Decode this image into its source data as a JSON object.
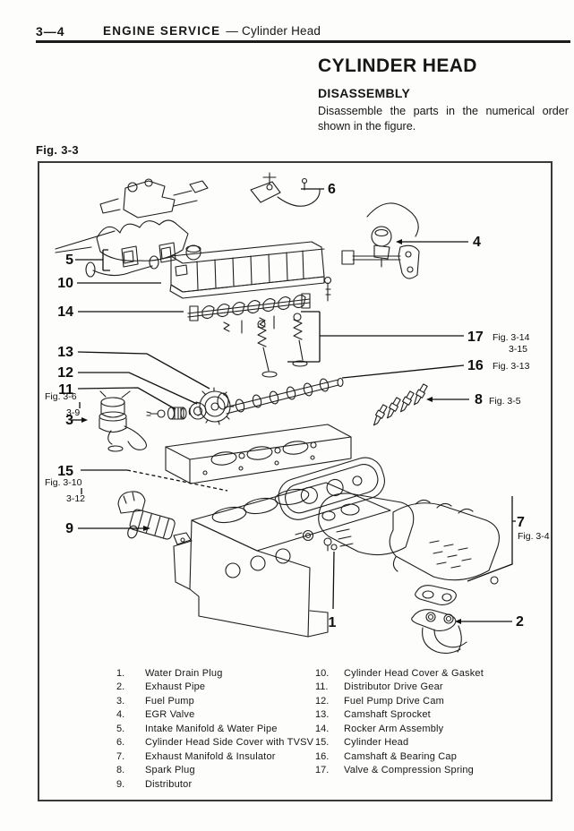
{
  "page": {
    "page_number": "3—4",
    "section_title": "ENGINE SERVICE",
    "section_subtitle": "— Cylinder Head"
  },
  "article": {
    "title": "CYLINDER HEAD",
    "subtitle": "DISASSEMBLY",
    "body": "Disassemble the parts in the numerical order shown in the figure.",
    "figure_label": "Fig. 3-3"
  },
  "callouts": {
    "n1": "1",
    "n2": "2",
    "n3": "3",
    "n4": "4",
    "n5": "5",
    "n6": "6",
    "n7": "7",
    "n8": "8",
    "n9": "9",
    "n10": "10",
    "n11": "11",
    "n12": "12",
    "n13": "13",
    "n14": "14",
    "n15": "15",
    "n16": "16",
    "n17": "17",
    "fig_3_6": "Fig. 3-6",
    "fig_3_9": "3-9",
    "fig_3_10": "Fig. 3-10",
    "fig_3_12": "3-12",
    "fig_3_14": "Fig. 3-14",
    "fig_3_15": "3-15",
    "fig_3_13": "Fig. 3-13",
    "fig_3_5": "Fig. 3-5",
    "fig_3_4": "Fig. 3-4"
  },
  "parts_list": {
    "left": [
      {
        "num": "1.",
        "label": "Water Drain Plug"
      },
      {
        "num": "2.",
        "label": "Exhaust Pipe"
      },
      {
        "num": "3.",
        "label": "Fuel Pump"
      },
      {
        "num": "4.",
        "label": "EGR Valve"
      },
      {
        "num": "5.",
        "label": "Intake Manifold & Water Pipe"
      },
      {
        "num": "6.",
        "label": "Cylinder Head Side Cover with TVSV"
      },
      {
        "num": "7.",
        "label": "Exhaust Manifold & Insulator"
      },
      {
        "num": "8.",
        "label": "Spark Plug"
      },
      {
        "num": "9.",
        "label": "Distributor"
      }
    ],
    "right": [
      {
        "num": "10.",
        "label": "Cylinder Head Cover & Gasket"
      },
      {
        "num": "11.",
        "label": "Distributor Drive Gear"
      },
      {
        "num": "12.",
        "label": "Fuel Pump Drive Cam"
      },
      {
        "num": "13.",
        "label": "Camshaft Sprocket"
      },
      {
        "num": "14.",
        "label": "Rocker Arm Assembly"
      },
      {
        "num": "15.",
        "label": "Cylinder Head"
      },
      {
        "num": "16.",
        "label": "Camshaft & Bearing Cap"
      },
      {
        "num": "17.",
        "label": "Valve & Compression Spring"
      }
    ]
  },
  "colors": {
    "ink": "#1a1a1a",
    "paper": "#fdfdfc"
  }
}
